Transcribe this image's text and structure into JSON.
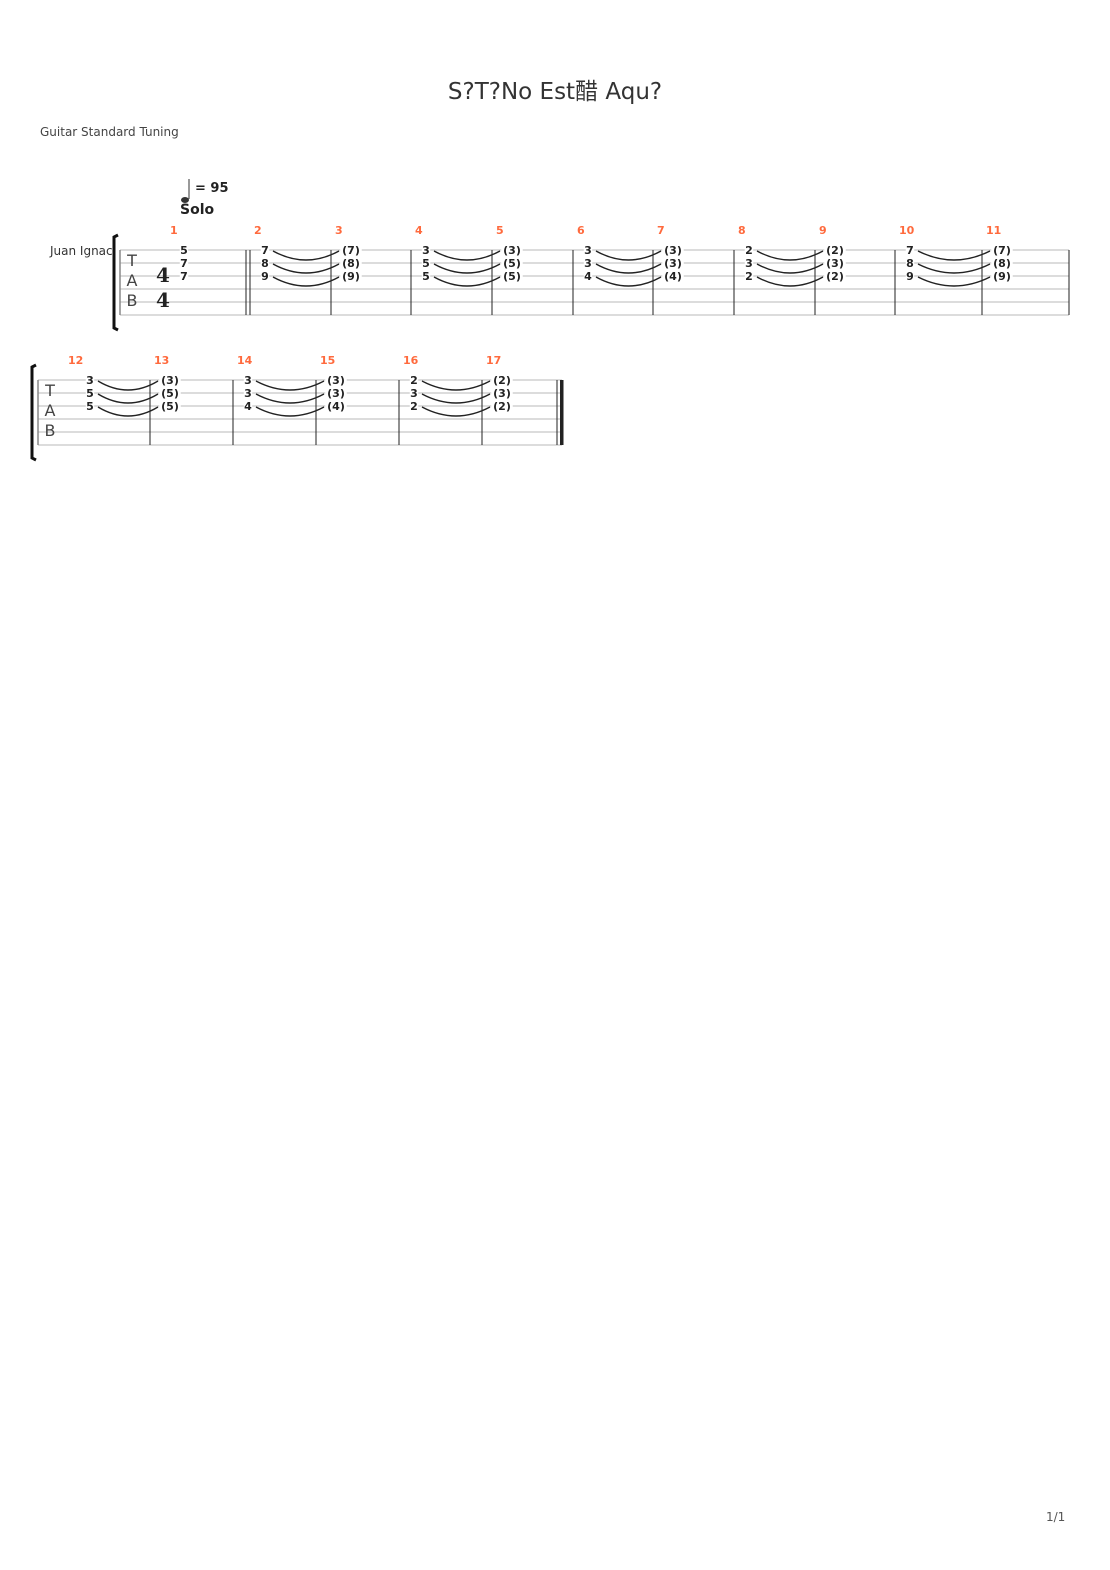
{
  "title": "S?T?No Est醋 Aqu?",
  "tuning": "Guitar Standard Tuning",
  "track_name": "Juan Ignac",
  "tempo": {
    "symbol": "quarter-note",
    "value": "= 95"
  },
  "section_marker": "Solo",
  "time_signature": {
    "top": "4",
    "bottom": "4"
  },
  "tab_clef": [
    "T",
    "A",
    "B"
  ],
  "colors": {
    "measure_number": "#ff6a3d",
    "staff_line": "#b8b8b8",
    "ink": "#222222"
  },
  "measures": [
    {
      "number": "1",
      "notes": [
        "5",
        "7",
        "7"
      ]
    },
    {
      "number": "2",
      "notes": [
        "7",
        "8",
        "9"
      ],
      "tie_to_next": true
    },
    {
      "number": "3",
      "notes": [
        "(7)",
        "(8)",
        "(9)"
      ]
    },
    {
      "number": "4",
      "notes": [
        "3",
        "5",
        "5"
      ],
      "tie_to_next": true
    },
    {
      "number": "5",
      "notes": [
        "(3)",
        "(5)",
        "(5)"
      ]
    },
    {
      "number": "6",
      "notes": [
        "3",
        "3",
        "4"
      ],
      "tie_to_next": true
    },
    {
      "number": "7",
      "notes": [
        "(3)",
        "(3)",
        "(4)"
      ]
    },
    {
      "number": "8",
      "notes": [
        "2",
        "3",
        "2"
      ],
      "tie_to_next": true
    },
    {
      "number": "9",
      "notes": [
        "(2)",
        "(3)",
        "(2)"
      ]
    },
    {
      "number": "10",
      "notes": [
        "7",
        "8",
        "9"
      ],
      "tie_to_next": true
    },
    {
      "number": "11",
      "notes": [
        "(7)",
        "(8)",
        "(9)"
      ]
    },
    {
      "number": "12",
      "notes": [
        "3",
        "5",
        "5"
      ],
      "tie_to_next": true
    },
    {
      "number": "13",
      "notes": [
        "(3)",
        "(5)",
        "(5)"
      ]
    },
    {
      "number": "14",
      "notes": [
        "3",
        "3",
        "4"
      ],
      "tie_to_next": true
    },
    {
      "number": "15",
      "notes": [
        "(3)",
        "(3)",
        "(4)"
      ]
    },
    {
      "number": "16",
      "notes": [
        "2",
        "3",
        "2"
      ],
      "tie_to_next": true
    },
    {
      "number": "17",
      "notes": [
        "(2)",
        "(3)",
        "(2)"
      ]
    }
  ],
  "page_number": "1/1"
}
